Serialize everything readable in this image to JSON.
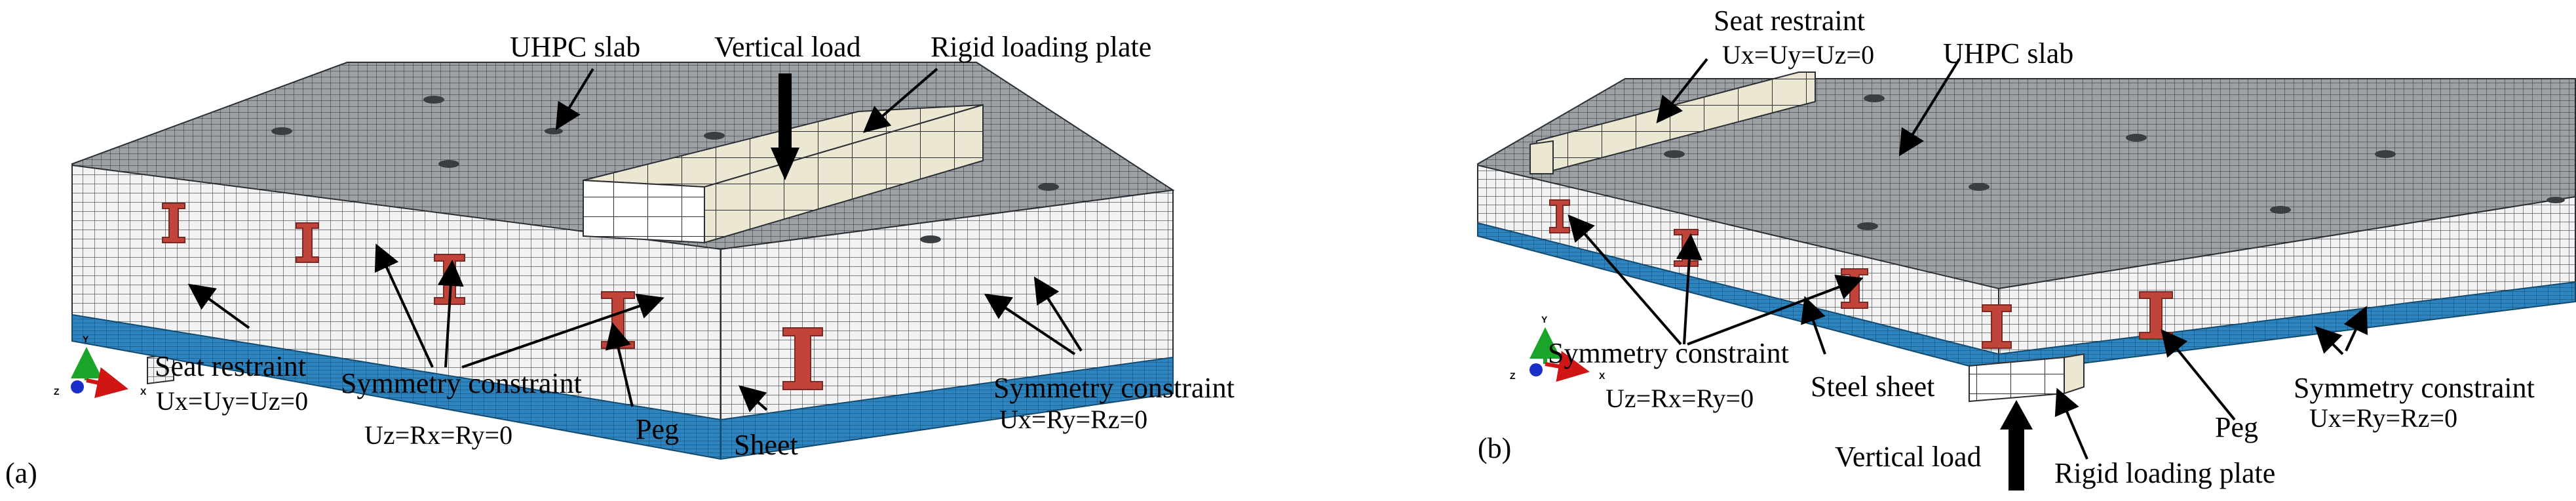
{
  "panel_a": {
    "tag": "(a)",
    "uhpc_slab": "UHPC slab",
    "vertical_load": "Vertical load",
    "rigid_plate": "Rigid loading plate",
    "seat_restraint": "Seat restraint",
    "seat_restraint_eq": "Ux=Uy=Uz=0",
    "sym_left": "Symmetry constraint",
    "sym_left_eq": "Uz=Rx=Ry=0",
    "peg": "Peg",
    "sheet": "Sheet",
    "sym_right": "Symmetry constraint",
    "sym_right_eq": "Ux=Ry=Rz=0",
    "axis_y": "Y",
    "axis_x": "X",
    "axis_z": "Z"
  },
  "panel_b": {
    "tag": "(b)",
    "seat_restraint": "Seat restraint",
    "seat_restraint_eq": "Ux=Uy=Uz=0",
    "uhpc_slab": "UHPC slab",
    "sym_left": "Symmetry constraint",
    "sym_left_eq": "Uz=Rx=Ry=0",
    "steel_sheet": "Steel sheet",
    "vertical_load": "Vertical load",
    "rigid_plate": "Rigid loading plate",
    "peg": "Peg",
    "sym_right": "Symmetry constraint",
    "sym_right_eq": "Ux=Ry=Rz=0",
    "axis_y": "Y",
    "axis_x": "X",
    "axis_z": "Z"
  },
  "colors": {
    "mesh_top": "#9aa0a3",
    "mesh_side": "#f1f2f1",
    "mesh_line": "#2b2f33",
    "sheet_blue": "#2e84bf",
    "peg_red": "#c0443a",
    "plate_cream": "#ece7d2",
    "axis_green": "#1aa52a",
    "axis_red": "#d01515",
    "axis_blue": "#1a2fc7"
  }
}
